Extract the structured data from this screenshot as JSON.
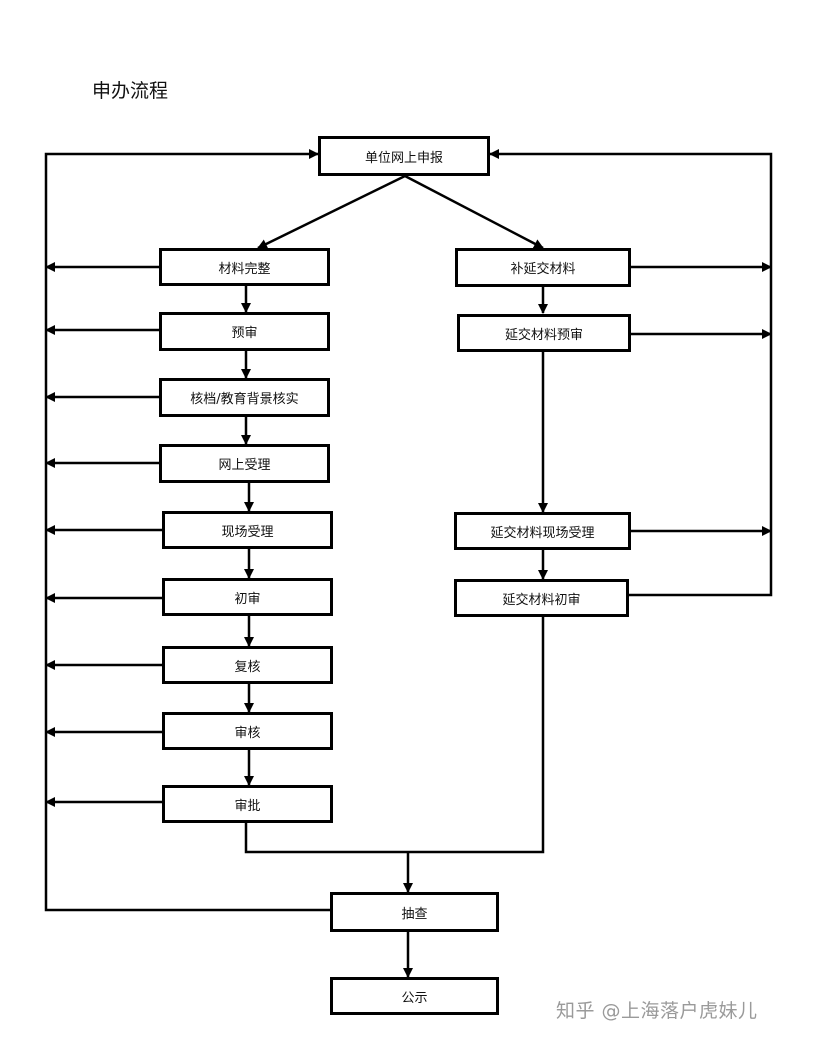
{
  "title": "申办流程",
  "nodes": {
    "submit": "单位网上申报",
    "complete": "材料完整",
    "supplement": "补延交材料",
    "prereview": "预审",
    "late_prereview": "延交材料预审",
    "verify": "核档/教育背景核实",
    "online_accept": "网上受理",
    "onsite_accept": "现场受理",
    "late_onsite_accept": "延交材料现场受理",
    "first_review": "初审",
    "late_first_review": "延交材料初审",
    "recheck": "复核",
    "audit": "审核",
    "approve": "审批",
    "spot_check": "抽查",
    "publicize": "公示"
  },
  "watermark": "知乎 @上海落户虎妹儿"
}
